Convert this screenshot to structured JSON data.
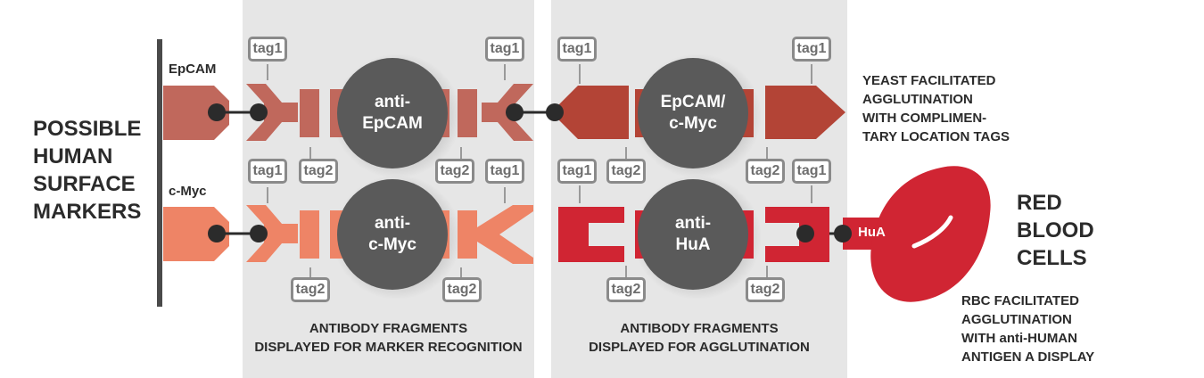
{
  "left_title": [
    "POSSIBLE",
    "HUMAN",
    "SURFACE",
    "MARKERS"
  ],
  "markers": {
    "epcam": "EpCAM",
    "cmyc": "c-Myc",
    "hua": "HuA"
  },
  "circles": {
    "anti_epcam": [
      "anti-",
      "EpCAM"
    ],
    "anti_cmyc": [
      "anti-",
      "c-Myc"
    ],
    "epcam_cmyc": [
      "EpCAM/",
      "c-Myc"
    ],
    "anti_hua": [
      "anti-",
      "HuA"
    ]
  },
  "tags": {
    "tag1": "tag1",
    "tag2": "tag2"
  },
  "panel1_caption": [
    "ANTIBODY FRAGMENTS",
    "DISPLAYED FOR MARKER RECOGNITION"
  ],
  "panel2_caption": [
    "ANTIBODY FRAGMENTS",
    "DISPLAYED FOR AGGLUTINATION"
  ],
  "yeast_caption": [
    "YEAST FACILITATED",
    "AGGLUTINATION",
    "WITH COMPLIMEN-",
    "TARY LOCATION TAGS"
  ],
  "rbc_title": [
    "RED",
    "BLOOD",
    "CELLS"
  ],
  "rbc_caption": [
    "RBC FACILITATED",
    "AGGLUTINATION",
    "WITH anti-HUMAN",
    "ANTIGEN A DISPLAY"
  ],
  "colors": {
    "epcam": "#c0685c",
    "cmyc": "#ee8466",
    "agglutination": "#b34436",
    "hua": "#d02533",
    "circle": "#5a5a5a",
    "panel": "#e6e6e6",
    "tag_border": "#8a8a8a",
    "text": "#2b2b2b"
  }
}
